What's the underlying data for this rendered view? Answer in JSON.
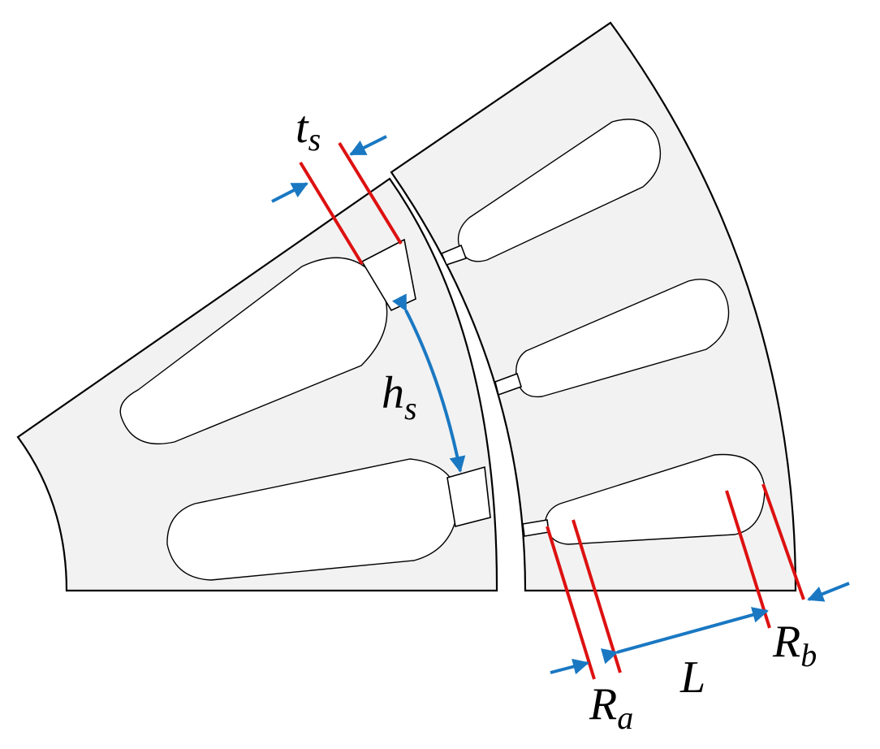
{
  "labels": {
    "ts_main": "t",
    "ts_sub": "s",
    "hs_main": "h",
    "hs_sub": "s",
    "L": "L",
    "Ra_main": "R",
    "Ra_sub": "a",
    "Rb_main": "R",
    "Rb_sub": "b"
  },
  "colors": {
    "lamination_fill": "#f2f2f2",
    "outline": "#000000",
    "dimension_red": "#dd1111",
    "dimension_blue": "#1a78c2"
  }
}
